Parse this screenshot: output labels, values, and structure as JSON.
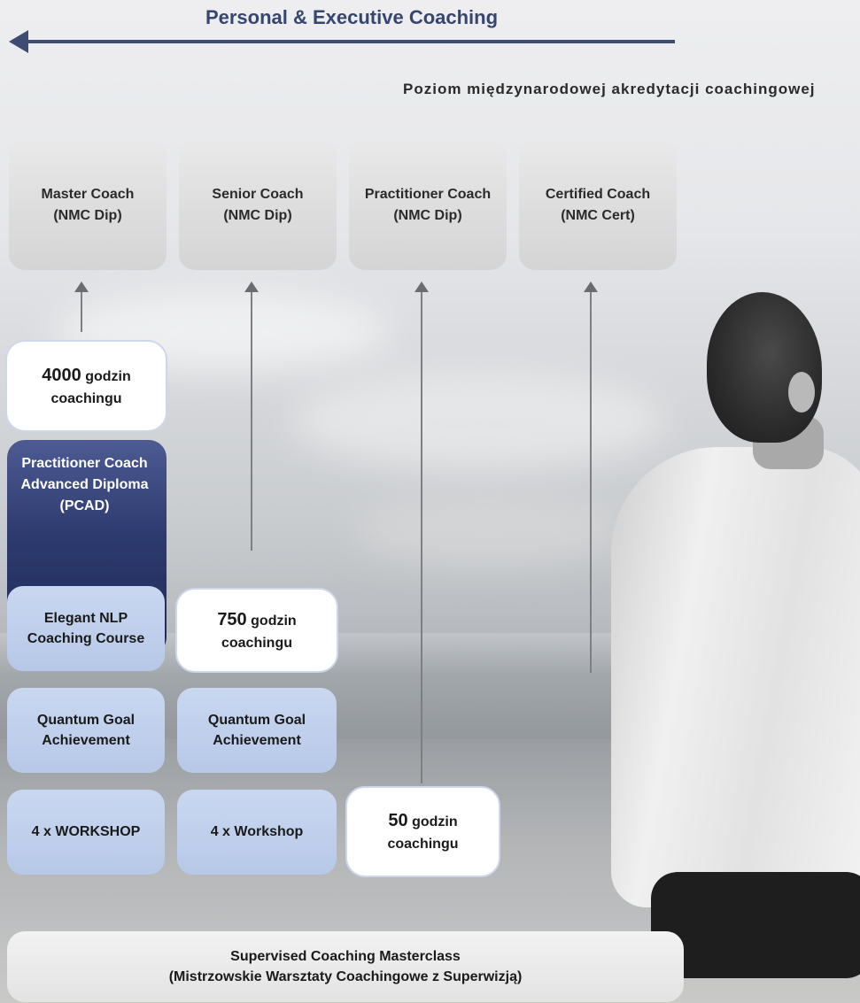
{
  "header": {
    "title": "Personal & Executive Coaching",
    "subtitle": "Poziom międzynarodowej akredytacji coachingowej"
  },
  "credentials": [
    {
      "line1": "Master Coach",
      "line2": "(NMC Dip)"
    },
    {
      "line1": "Senior Coach",
      "line2": "(NMC Dip)"
    },
    {
      "line1": "Practitioner Coach",
      "line2": "(NMC Dip)"
    },
    {
      "line1": "Certified Coach",
      "line2": "(NMC Cert)"
    }
  ],
  "hours": {
    "h4000": {
      "number": "4000",
      "unit": "godzin",
      "line2": "coachingu"
    },
    "h750": {
      "number": "750",
      "unit": "godzin",
      "line2": "coachingu"
    },
    "h50": {
      "number": "50",
      "unit": "godzin",
      "line2": "coachingu"
    }
  },
  "pcad": {
    "line1": "Practitioner Coach",
    "line2": "Advanced Diploma",
    "line3": "(PCAD)"
  },
  "courses": {
    "elegant_nlp": {
      "line1": "Elegant NLP",
      "line2": "Coaching Course"
    },
    "quantum_goal_1": {
      "line1": "Quantum Goal",
      "line2": "Achievement"
    },
    "quantum_goal_2": {
      "line1": "Quantum Goal",
      "line2": "Achievement"
    },
    "workshop_upper": "4 x WORKSHOP",
    "workshop_lower": "4 x Workshop"
  },
  "masterclass": {
    "line1": "Supervised Coaching Masterclass",
    "line2": "(Mistrzowskie Warsztaty Coachingowe z Superwizją)"
  },
  "colors": {
    "title_blue": "#36466e",
    "navy": "#2d3a6e",
    "light_blue": "#b7c8e8",
    "arrow_gray": "#7d7f82"
  }
}
